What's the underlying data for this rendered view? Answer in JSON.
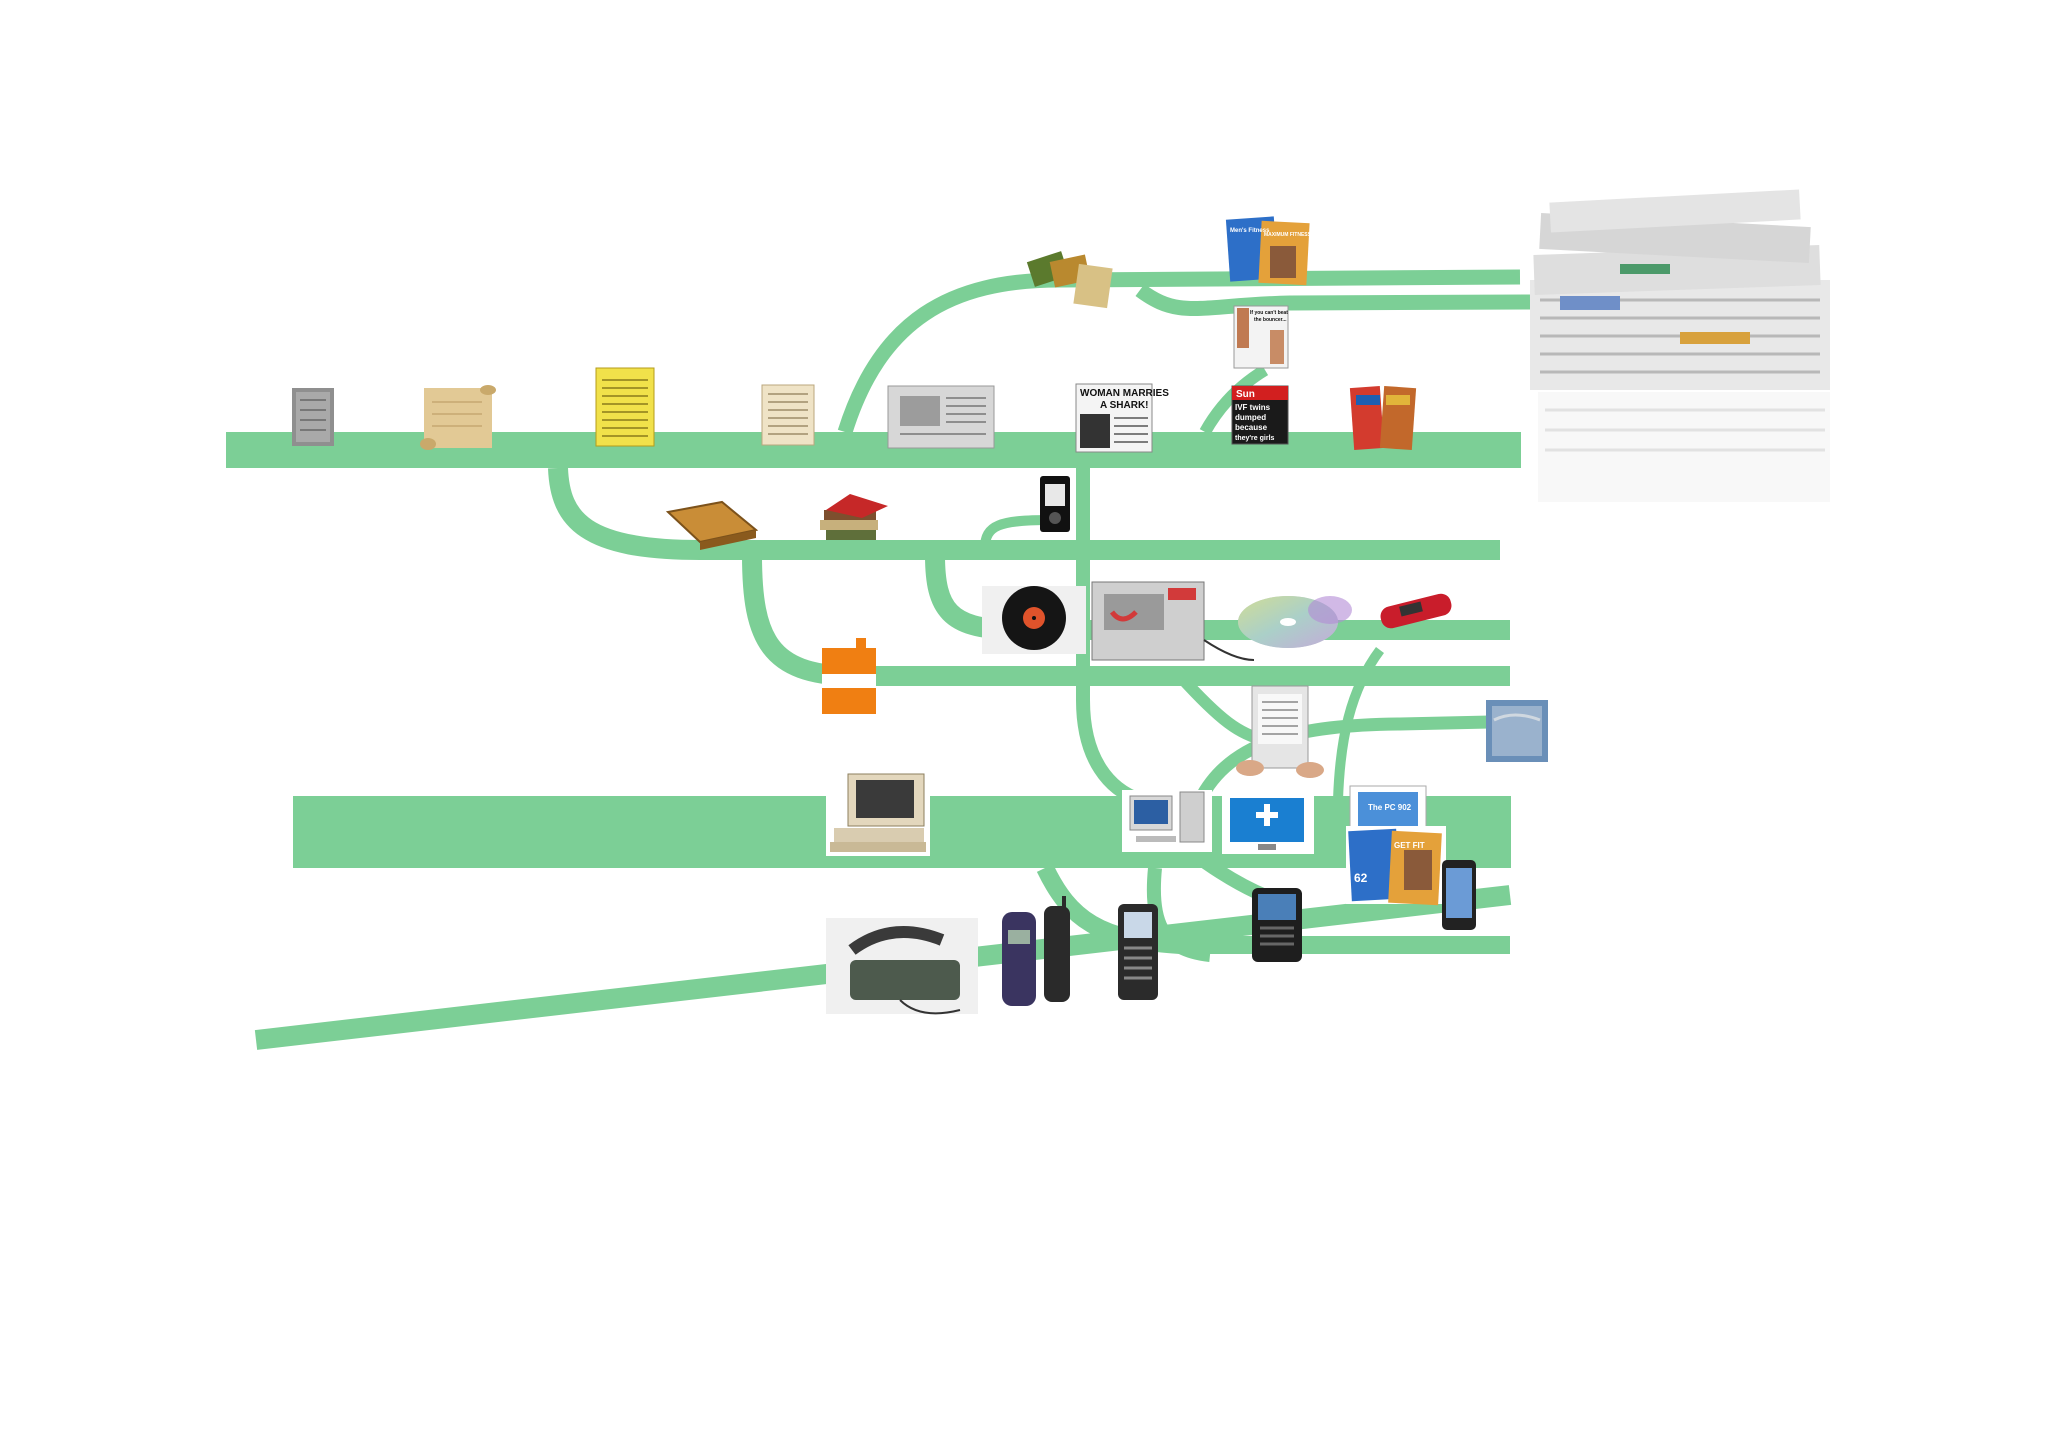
{
  "diagram": {
    "track_color": "#7ccf96",
    "thumbnails": {
      "headline_shark_line1": "WOMAN MARRIES",
      "headline_shark_line2": "A SHARK!",
      "sun_masthead": "Sun",
      "sun_headline_line1": "IVF twins",
      "sun_headline_line2": "dumped",
      "sun_headline_line3": "because",
      "sun_headline_line4": "they're girls",
      "tabloid_small_line1": "If you can't beat",
      "tabloid_small_line2": "the bouncer...",
      "magazine_left_title": "Men's Fitness",
      "magazine_right_title": "MAXIMUM FITNESS",
      "magazine_cover_number": "62",
      "magazine_cover_line": "GET FIT",
      "laptop_screen_text": "The PC 902"
    }
  }
}
